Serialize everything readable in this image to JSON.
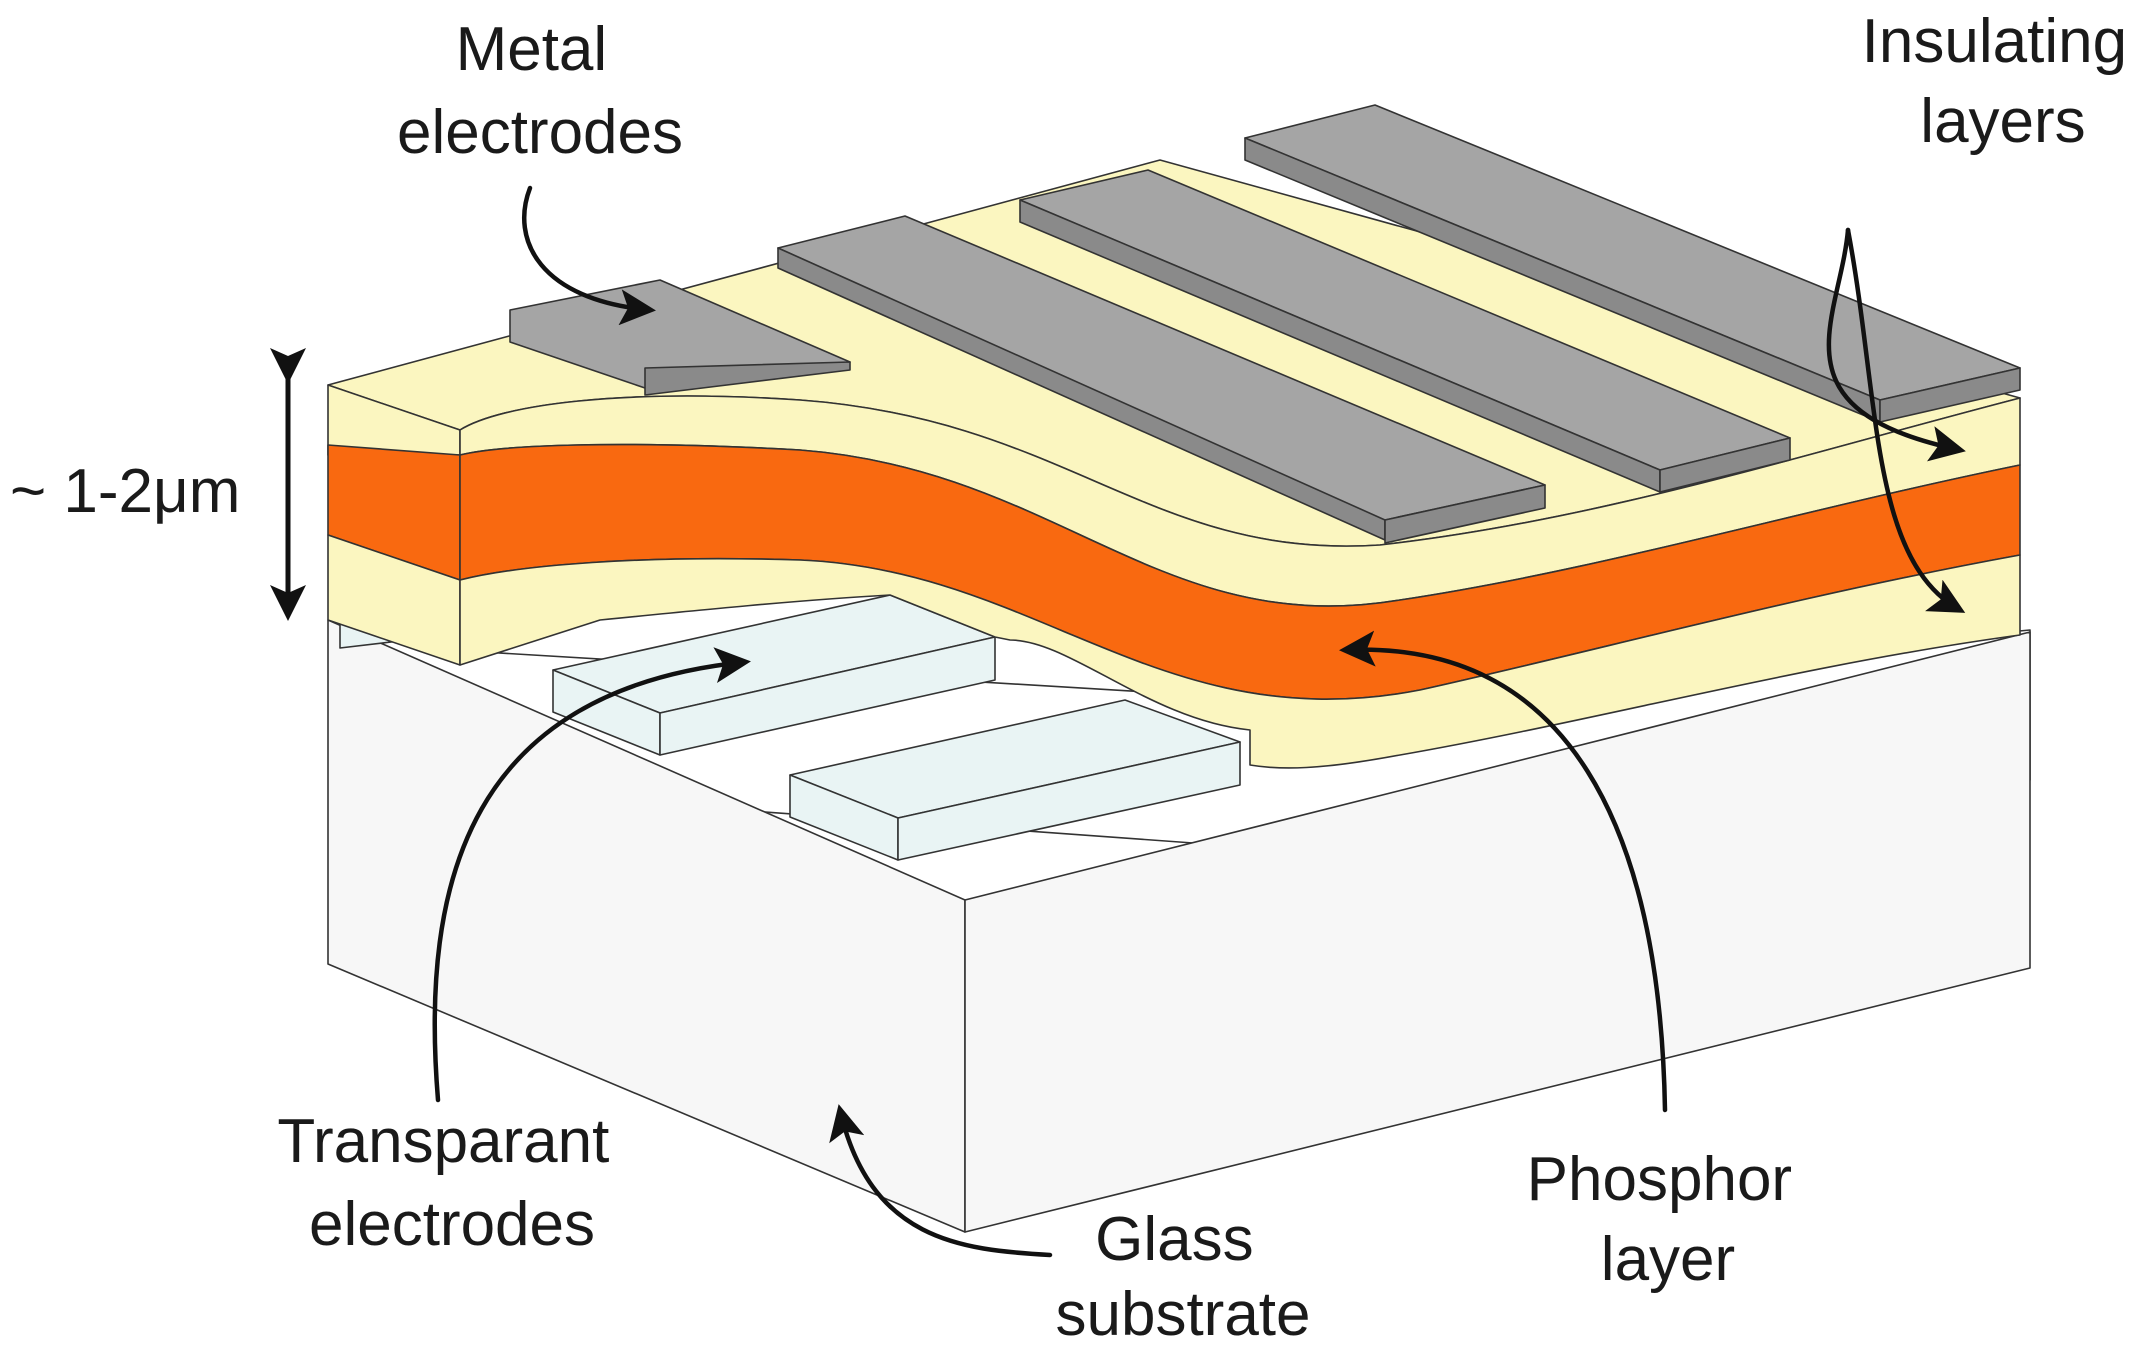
{
  "diagram": {
    "labels": {
      "metal_electrodes": [
        "Metal",
        "electrodes"
      ],
      "insulating_layers": [
        "Insulating",
        "layers"
      ],
      "thickness": "~ 1-2μm",
      "transparent_electrodes": [
        "Transparant",
        "electrodes"
      ],
      "phosphor_layer": [
        "Phosphor",
        "layer"
      ],
      "glass_substrate": [
        "Glass",
        "substrate"
      ]
    },
    "colors": {
      "metal": "#a5a5a5",
      "metal_front": "#8a8a8a",
      "insulator": "#fbf6c0",
      "phosphor": "#f96910",
      "transparent_electrode": "#e9f4f4",
      "glass": "#f7f7f7",
      "glass_top": "#ffffff"
    }
  }
}
